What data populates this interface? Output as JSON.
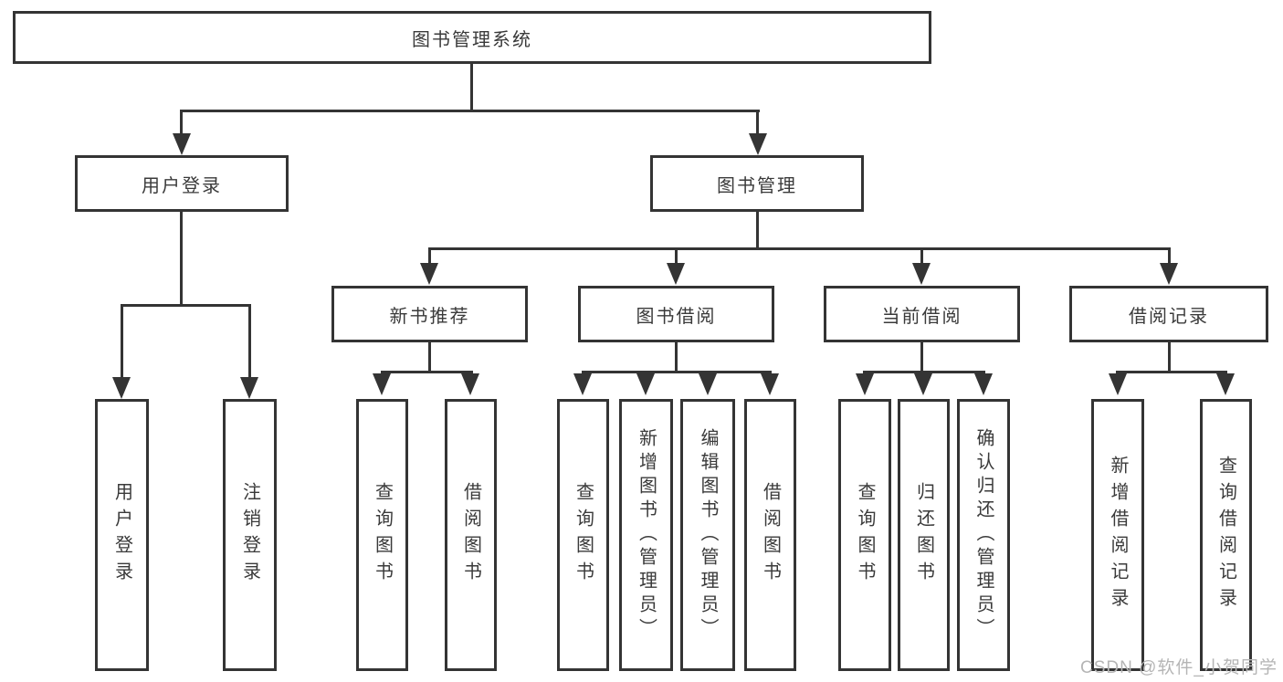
{
  "diagram": {
    "type": "tree",
    "root": {
      "label": "图书管理系统"
    },
    "level2": [
      {
        "label": "用户登录",
        "children": [
          {
            "label": "用户登录"
          },
          {
            "label": "注销登录"
          }
        ]
      },
      {
        "label": "图书管理",
        "children": [
          {
            "label": "新书推荐",
            "children": [
              {
                "label": "查询图书"
              },
              {
                "label": "借阅图书"
              }
            ]
          },
          {
            "label": "图书借阅",
            "children": [
              {
                "label": "查询图书"
              },
              {
                "label": "新增图书（管理员）"
              },
              {
                "label": "编辑图书（管理员）"
              },
              {
                "label": "借阅图书"
              }
            ]
          },
          {
            "label": "当前借阅",
            "children": [
              {
                "label": "查询图书"
              },
              {
                "label": "归还图书"
              },
              {
                "label": "确认归还（管理员）"
              }
            ]
          },
          {
            "label": "借阅记录",
            "children": [
              {
                "label": "新增借阅记录"
              },
              {
                "label": "查询借阅记录"
              }
            ]
          }
        ]
      }
    ]
  },
  "watermark": {
    "text": "CSDN @软件_小贺同学"
  },
  "colors": {
    "line": "#343434",
    "text": "#3a3a3a",
    "watermark": "#b5b5b5",
    "background": "#ffffff"
  }
}
